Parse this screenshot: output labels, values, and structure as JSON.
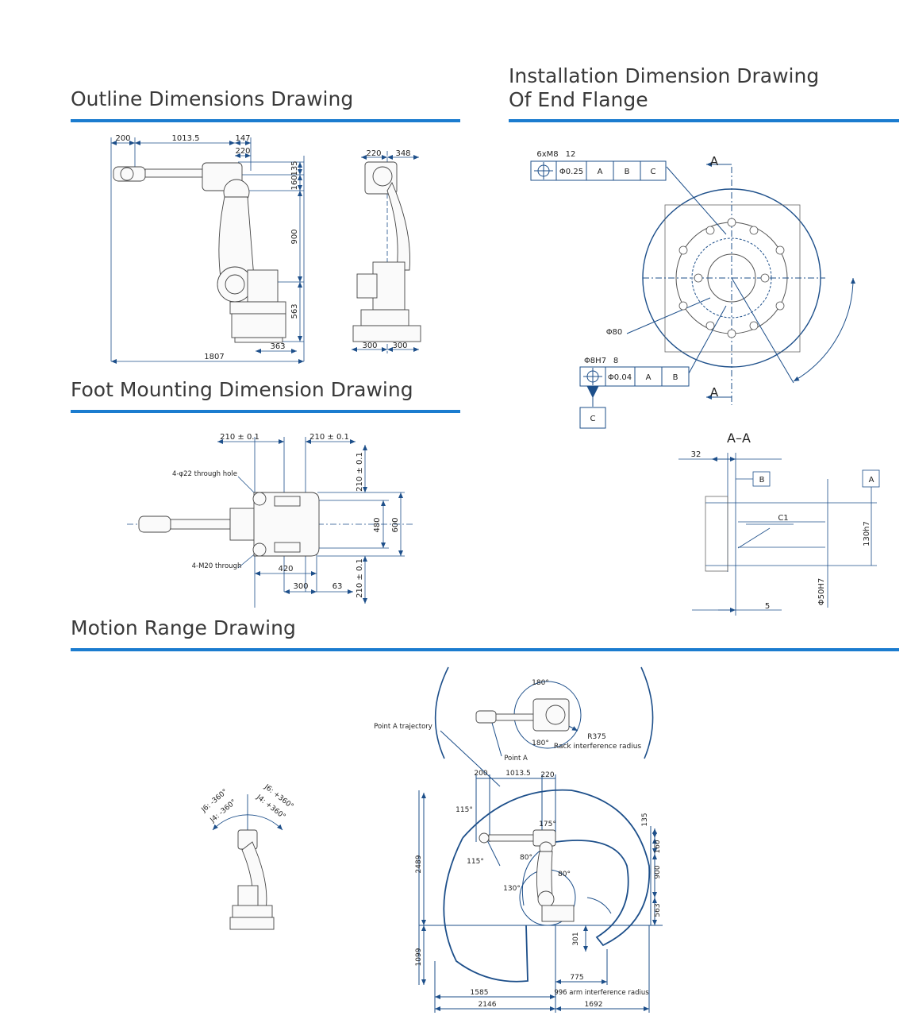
{
  "sections": {
    "outline": {
      "title": "Outline Dimensions Drawing"
    },
    "flange": {
      "title_line1": "Installation Dimension Drawing",
      "title_line2": "Of End Flange"
    },
    "foot": {
      "title": "Foot Mounting Dimension Drawing"
    },
    "motion": {
      "title": "Motion Range Drawing"
    }
  },
  "outline_dims": {
    "d200": "200",
    "d1013": "1013.5",
    "d147": "147",
    "d220": "220",
    "d135": "135",
    "d160": "160",
    "d900": "900",
    "d563": "563",
    "d363": "363",
    "d1807": "1807",
    "side_220": "220",
    "side_348": "348",
    "side_300a": "300",
    "side_300b": "300"
  },
  "flange_dims": {
    "hole_spec": "6xM8",
    "hole_depth": "12",
    "tol1": "Φ0.25",
    "ref_a": "A",
    "ref_b": "B",
    "ref_c": "C",
    "phi80": "Φ80",
    "pin_spec": "Φ8H7",
    "pin_depth": "8",
    "tol2": "Φ0.04",
    "ref2_a": "A",
    "ref2_b": "B",
    "ref_c_box": "C",
    "section_a_top": "A",
    "section_a_bottom": "A",
    "section_title": "A–A",
    "d32": "32",
    "box_b": "B",
    "box_a": "A",
    "c1": "C1",
    "d130h7": "130h7",
    "d5": "5",
    "d50h7": "Φ50H7"
  },
  "foot_dims": {
    "d210a": "210 ± 0.1",
    "d210b": "210 ± 0.1",
    "d210c": "210 ± 0.1",
    "d210d": "210 ± 0.1",
    "hole_note": "4-φ22 through hole",
    "thread_note": "4-M20 through",
    "d480": "480",
    "d600": "600",
    "d420": "420",
    "d300": "300",
    "d63": "63"
  },
  "motion_dims": {
    "j6_neg": "J6: -360°",
    "j6_pos": "J6: +360°",
    "j4_neg": "J4: -360°",
    "j4_pos": "J4: +360°",
    "top180": "180°",
    "bottom180": "180°",
    "r375": "R375",
    "rack_note": "Rack interference radius",
    "point_a_traj": "Point A trajectory",
    "point_a": "Point A",
    "d200": "200",
    "d1013": "1013.5",
    "d220": "220",
    "a115a": "115°",
    "a115b": "115°",
    "a175": "175°",
    "a80a": "80°",
    "a80b": "80°",
    "a130": "130°",
    "d135": "135",
    "d160": "160",
    "d900": "900",
    "d563": "563",
    "d2489": "2489",
    "d1099": "1099",
    "d301": "301",
    "d775": "775",
    "d1585": "1585",
    "arm_note": "996 arm interference radius",
    "d2146": "2146",
    "d1692": "1692"
  },
  "colors": {
    "accent": "#1b7ccf",
    "line": "#1d4f8a",
    "robot": "#444444"
  }
}
